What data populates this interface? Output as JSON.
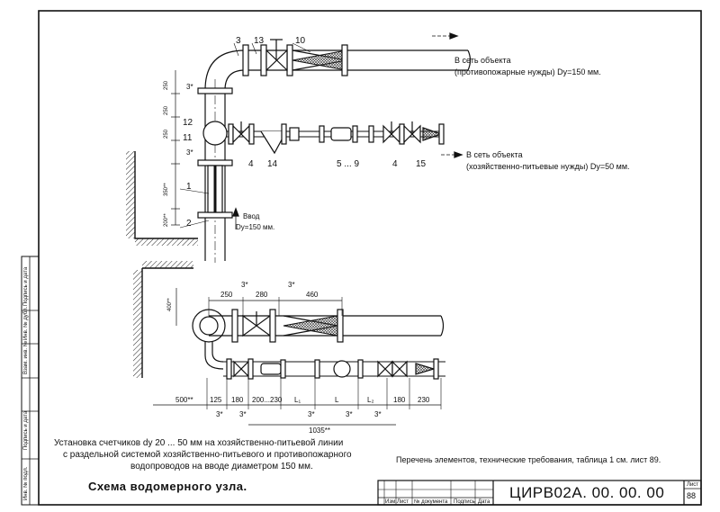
{
  "top_dimensions": [
    "250",
    "250",
    "250",
    "350**",
    "200**"
  ],
  "top_callouts": [
    "3",
    "13",
    "10",
    "12",
    "11",
    "1",
    "2",
    "4",
    "14",
    "5 ... 9",
    "4",
    "15"
  ],
  "top_angle_marks": [
    "3*",
    "3*"
  ],
  "input_label": [
    "Ввод",
    "Dy=150 мм."
  ],
  "outlet_fire": [
    "В сеть объекта",
    "(противопожарные нужды) Dy=150 мм."
  ],
  "outlet_household": [
    "В сеть объекта",
    "(хозяйственно-питьевые нужды) Dy=50 мм."
  ],
  "bottom_vertical_dim": "400**",
  "bottom_top_dims": [
    "250",
    "280",
    "3*",
    "460",
    "3*"
  ],
  "bottom_row_dims": [
    "500**",
    "125",
    "180",
    "200...230",
    "L₁",
    "L",
    "L₂",
    "180",
    "230"
  ],
  "bottom_angle_marks": [
    "3*",
    "3*",
    "3*",
    "3*",
    "3*"
  ],
  "bottom_total": "1035**",
  "caption_lines": [
    "Установка счетчиков dy 20 ... 50 мм  на хозяйственно-питьевой линии",
    "с раздельной  системой хозяйственно-питьевого и противопожарного",
    "водопроводов на вводе диаметром 150 мм."
  ],
  "scheme_title": "Схема водомерного узла.",
  "reference_note": "Перечень элементов, технические требования, таблица 1 см. лист 89.",
  "doc_code": "ЦИРВ02А. 00. 00. 00",
  "sheet_label": "Лист",
  "sheet_number": "88",
  "table_headers": [
    "Изм.",
    "Лист",
    "№ документа",
    "Подпись",
    "Дата"
  ],
  "side_stamp": [
    "Подпись и дата",
    "Инв. № дубл.",
    "Взам. инв. №",
    "Подпись и дата",
    "Инв. № подл."
  ]
}
